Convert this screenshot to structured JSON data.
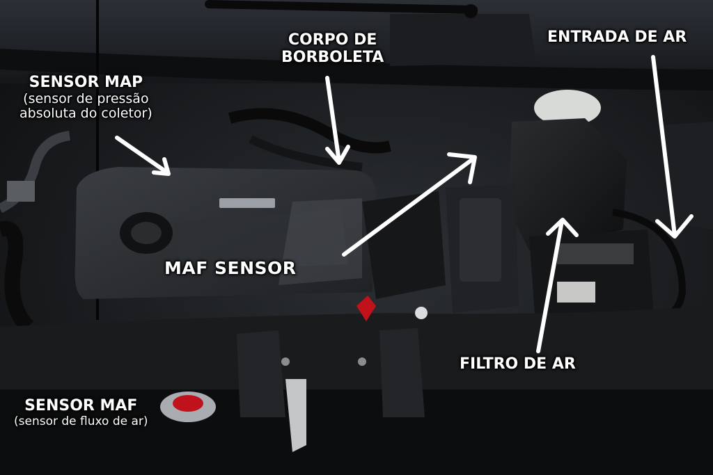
{
  "labels": {
    "corpo_line1": "CORPO DE",
    "corpo_line2": "BORBOLETA",
    "entrada": "ENTRADA DE AR",
    "map_title": "SENSOR MAP",
    "map_sub1": "(sensor de pressão",
    "map_sub2": "absoluta do coletor)",
    "maf_center": "MAF SENSOR",
    "filtro": "FILTRO DE AR",
    "maf_title": "SENSOR MAF",
    "maf_sub": "(sensor de fluxo de ar)"
  },
  "colors": {
    "label_text": "#ffffff",
    "arrow": "#ffffff",
    "cap_red": "#c0121b"
  }
}
